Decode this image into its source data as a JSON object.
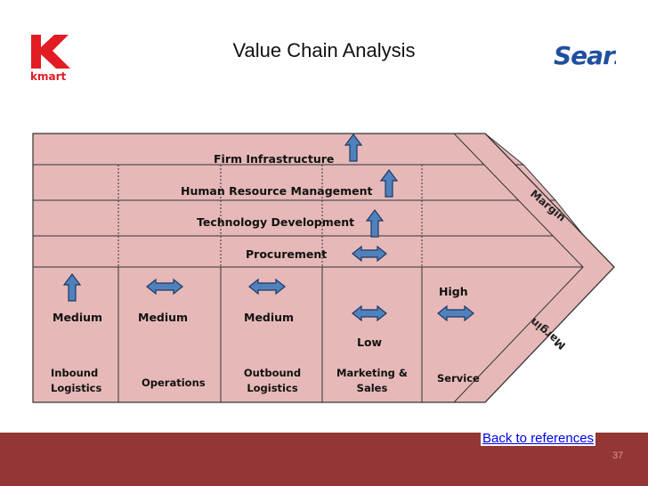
{
  "title": "Value Chain Analysis",
  "logos": {
    "left": "kmart",
    "right": "Sears"
  },
  "support_activities": [
    "Firm Infrastructure",
    "Human Resource Management",
    "Technology Development",
    "Procurement"
  ],
  "primary_activities": [
    {
      "name": "Inbound\nLogistics",
      "rating": "Medium"
    },
    {
      "name": "Operations",
      "rating": "Medium"
    },
    {
      "name": "Outbound\nLogistics",
      "rating": "Medium"
    },
    {
      "name": "Marketing &\nSales",
      "rating": "Low"
    },
    {
      "name": "Service",
      "rating": "High"
    }
  ],
  "margin_label": "Margin",
  "link_text": "Back to references",
  "page_number": "37",
  "colors": {
    "diagram_fill": "#e6b9b8",
    "arrow_fill": "#4f81bd",
    "arrow_stroke": "#1f3864",
    "footer": "#943634",
    "link": "#0000ee"
  }
}
